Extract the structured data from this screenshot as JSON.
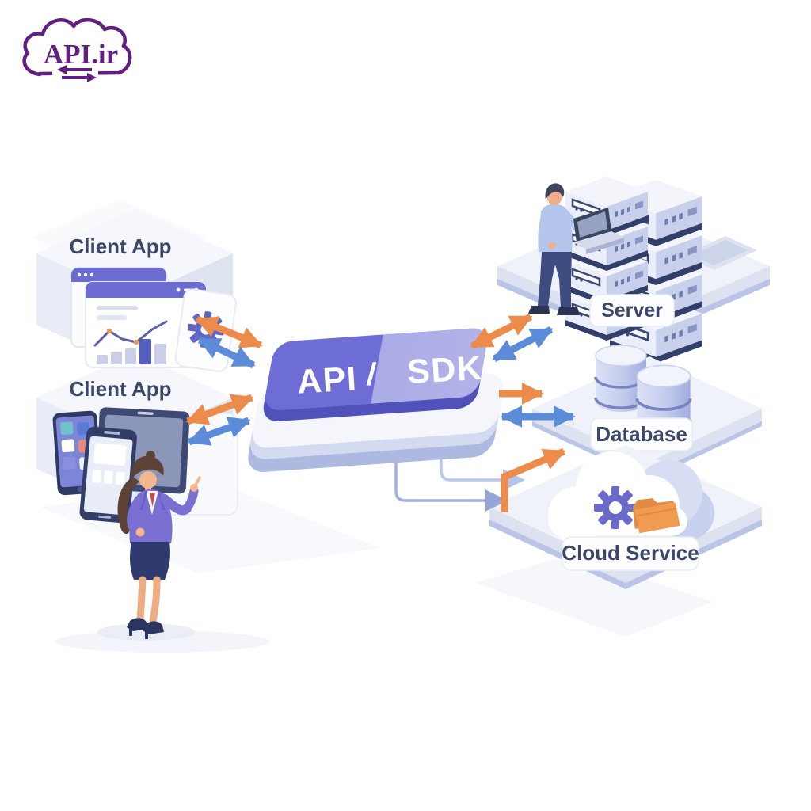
{
  "logo": {
    "text": "API.ir",
    "icon": "cloud-exchange-icon"
  },
  "nodes": {
    "client_app_top": "Client App",
    "client_app_bottom": "Client App",
    "api_left": "API",
    "api_divider": "/",
    "api_right": "SDK",
    "server": "Server",
    "database": "Database",
    "cloud_service": "Cloud Service"
  },
  "colors": {
    "arrow_orange": "#ED8C4A",
    "arrow_blue": "#5B8BD9",
    "arrow_lavender_light": "#B3C3ED",
    "arrow_lavender_dark": "#96A6DB",
    "api_button_left": "#6D6DD5",
    "api_button_right": "#A6A6E4",
    "label_navy": "#3B4769",
    "logo_purple": "#61207F",
    "platform_top": "#EFF2F9",
    "ui_purple": "#6B6BD2"
  },
  "icons": [
    "cloud-exchange-icon",
    "browser-window-icon",
    "chart-icon",
    "gear-icon",
    "smartphone-icon",
    "tablet-icon",
    "server-rack-icon",
    "laptop-icon",
    "database-icon",
    "cloud-icon",
    "folder-icon"
  ]
}
